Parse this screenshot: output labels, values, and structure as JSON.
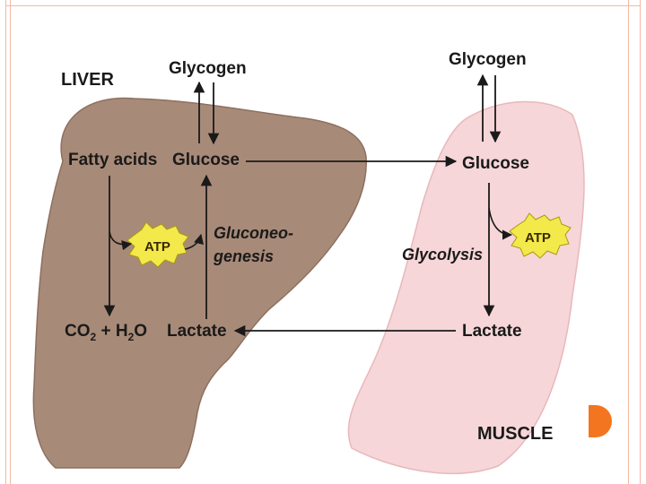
{
  "liver": {
    "title": "LIVER",
    "glycogen": "Glycogen",
    "fatty_acids": "Fatty acids",
    "glucose": "Glucose",
    "atp": "ATP",
    "gluconeo_line1": "Gluconeo-",
    "gluconeo_line2": "genesis",
    "co2": "CO",
    "co2_sub": "2",
    "plus_h": " + H",
    "h2o_sub": "2",
    "o": "O",
    "lactate": "Lactate"
  },
  "muscle": {
    "title": "MUSCLE",
    "glycogen": "Glycogen",
    "glucose": "Glucose",
    "atp": "ATP",
    "glycolysis": "Glycolysis",
    "lactate": "Lactate"
  },
  "colors": {
    "liver_fill": "#a88a78",
    "muscle_fill": "#f6d6d8",
    "atp_fill": "#f3e94a",
    "border": "#f4b8a3",
    "bullet": "#f4751f"
  }
}
